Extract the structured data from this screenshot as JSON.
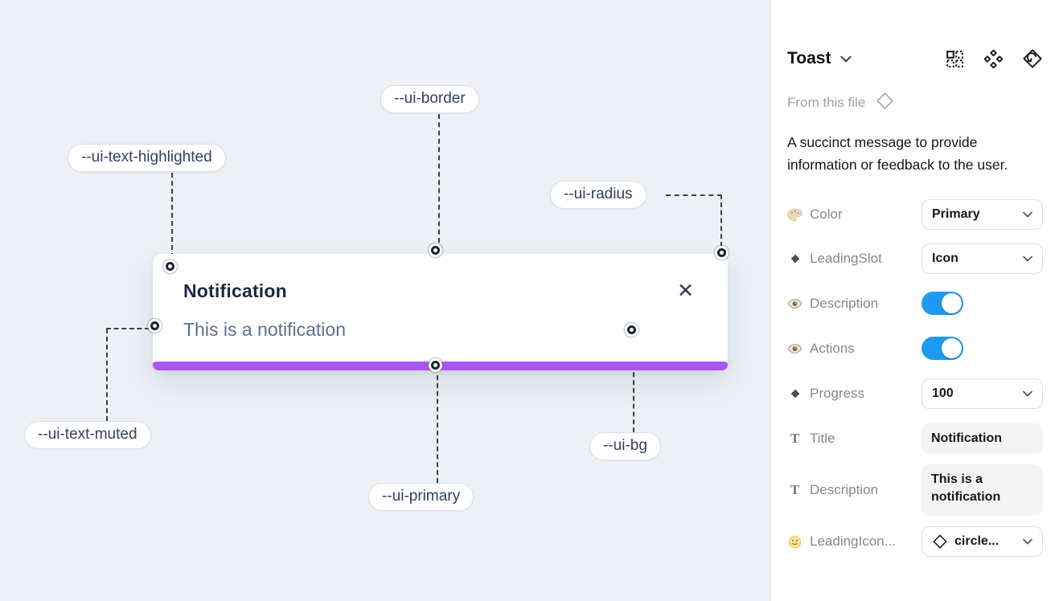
{
  "canvas": {
    "background": "#edf1f6",
    "toast": {
      "title": "Notification",
      "description": "This is a notification",
      "close_icon": "✕",
      "progress_color": "#a855f7"
    },
    "labels": [
      {
        "text": "--ui-border"
      },
      {
        "text": "--ui-text-highlighted"
      },
      {
        "text": "--ui-radius"
      },
      {
        "text": "--ui-text-muted"
      },
      {
        "text": "--ui-primary"
      },
      {
        "text": "--ui-bg"
      }
    ]
  },
  "panel": {
    "title": "Toast",
    "header_icons": [
      "instance-grid-icon",
      "component-icon",
      "return-diamond-icon"
    ],
    "source": {
      "label": "From this file",
      "icon": "diamond-outline-icon"
    },
    "description": "A succinct message to provide information or feedback to the user.",
    "accent_toggle_color": "#1e9bf0",
    "props": {
      "color": {
        "label": "Color",
        "icon": "palette-icon",
        "value": "Primary"
      },
      "leading_slot": {
        "label": "LeadingSlot",
        "icon": "diamond-icon",
        "value": "Icon"
      },
      "description_toggle": {
        "label": "Description",
        "icon": "eye-icon",
        "on": true
      },
      "actions_toggle": {
        "label": "Actions",
        "icon": "eye-icon",
        "on": true
      },
      "progress": {
        "label": "Progress",
        "icon": "diamond-icon",
        "value": "100"
      },
      "title_field": {
        "label": "Title",
        "icon": "text-icon",
        "value": "Notification"
      },
      "description_field": {
        "label": "Description",
        "icon": "text-icon",
        "value": "This is a notification"
      },
      "leading_icon": {
        "label": "LeadingIcon...",
        "icon": "smiley-icon",
        "value": "circle..."
      }
    }
  }
}
